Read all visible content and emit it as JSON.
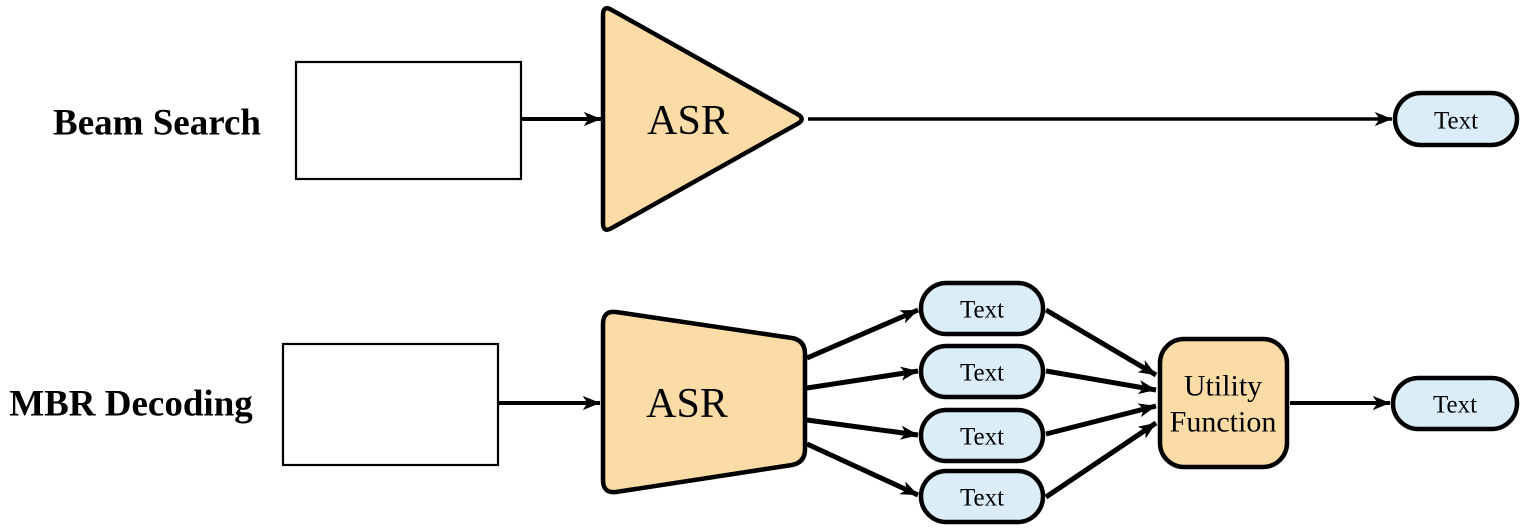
{
  "beam_search": {
    "label": "Beam Search",
    "asr_label": "ASR",
    "output_label": "Text"
  },
  "mbr_decoding": {
    "label": "MBR Decoding",
    "asr_label": "ASR",
    "hypotheses": [
      "Text",
      "Text",
      "Text",
      "Text"
    ],
    "utility_lines": [
      "Utility",
      "Function"
    ],
    "output_label": "Text"
  },
  "icons": {
    "waveform": "audio-waveform"
  },
  "colors": {
    "background": "#FFFFFF",
    "block_fill": "#FBDCA7",
    "pill_fill": "#DCEDFA",
    "stroke": "#000000",
    "waveform_blue": "#2F62DB",
    "waveform_tip": "#C7DCF5"
  }
}
